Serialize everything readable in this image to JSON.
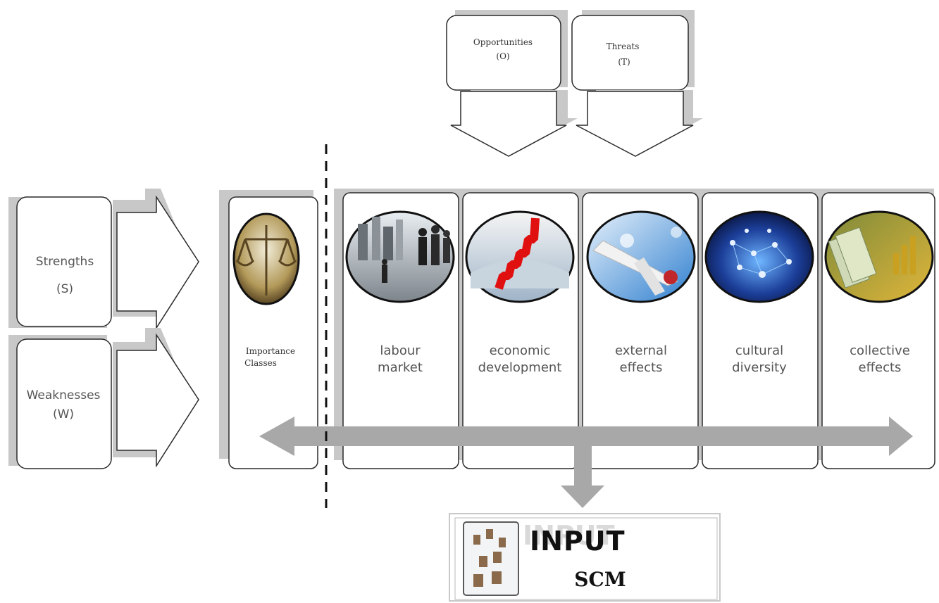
{
  "swot": {
    "opportunities": {
      "label": "Opportunities",
      "abbr": "(O)"
    },
    "threats": {
      "label": "Threats",
      "abbr": "(T)"
    },
    "strengths": {
      "label": "Strengths",
      "abbr": "(S)"
    },
    "weaknesses": {
      "label": "Weaknesses",
      "abbr": "(W)"
    }
  },
  "importance": {
    "line1": "Importance",
    "line2": "Classes"
  },
  "categories": [
    {
      "line1": "labour",
      "line2": "market",
      "icon": "business-people-city-icon"
    },
    {
      "line1": "economic",
      "line2": "development",
      "icon": "growth-chart-globe-icon"
    },
    {
      "line1": "external",
      "line2": "effects",
      "icon": "airplane-icon"
    },
    {
      "line1": "cultural",
      "line2": "diversity",
      "icon": "network-people-globe-icon"
    },
    {
      "line1": "collective",
      "line2": "effects",
      "icon": "money-icon"
    }
  ],
  "output": {
    "title": "INPUT",
    "subtitle": "SCM",
    "icon": "supply-chain-icon"
  },
  "colors": {
    "arrow": "#a8a8a8",
    "shadow": "#c8c8c8",
    "border": "#2a2a2a"
  }
}
